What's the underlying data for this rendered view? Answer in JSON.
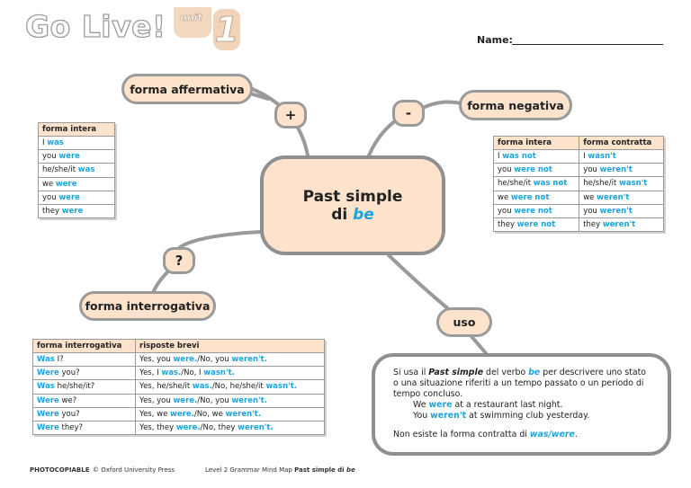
{
  "header": {
    "logo": "Go Live!",
    "unit_word": "unit",
    "unit_number": "1",
    "name_label": "Name:"
  },
  "center": {
    "line1": "Past simple",
    "line2_prefix": "di ",
    "line2_be": "be"
  },
  "branches": {
    "affermativa": "forma affermativa",
    "negativa": "forma negativa",
    "interrogativa": "forma interrogativa",
    "uso": "uso",
    "plus": "+",
    "minus": "-",
    "question": "?"
  },
  "aff_table": {
    "header": "forma intera",
    "rows": [
      {
        "subj": "I",
        "verb": "was"
      },
      {
        "subj": "you",
        "verb": "were"
      },
      {
        "subj": "he/she/it",
        "verb": "was"
      },
      {
        "subj": "we",
        "verb": "were"
      },
      {
        "subj": "you",
        "verb": "were"
      },
      {
        "subj": "they",
        "verb": "were"
      }
    ]
  },
  "neg_table": {
    "headers": [
      "forma intera",
      "forma contratta"
    ],
    "rows": [
      {
        "full_s": "I",
        "full_v": "was not",
        "short_s": "I",
        "short_v": "wasn't"
      },
      {
        "full_s": "you",
        "full_v": "were not",
        "short_s": "you",
        "short_v": "weren't"
      },
      {
        "full_s": "he/she/it",
        "full_v": "was not",
        "short_s": "he/she/it",
        "short_v": "wasn't"
      },
      {
        "full_s": "we",
        "full_v": "were not",
        "short_s": "we",
        "short_v": "weren't"
      },
      {
        "full_s": "you",
        "full_v": "were not",
        "short_s": "you",
        "short_v": "weren't"
      },
      {
        "full_s": "they",
        "full_v": "were not",
        "short_s": "they",
        "short_v": "weren't"
      }
    ]
  },
  "int_table": {
    "headers": [
      "forma interrogativa",
      "risposte brevi"
    ],
    "rows": [
      {
        "q_v": "Was",
        "q_rest": " I?",
        "a1": "Yes, you ",
        "a2": "were.",
        "a3": "/No, you ",
        "a4": "weren't."
      },
      {
        "q_v": "Were",
        "q_rest": " you?",
        "a1": "Yes, I ",
        "a2": "was.",
        "a3": "/No, I ",
        "a4": "wasn't."
      },
      {
        "q_v": "Was",
        "q_rest": " he/she/it?",
        "a1": "Yes, he/she/it ",
        "a2": "was.",
        "a3": "/No, he/she/it ",
        "a4": "wasn't."
      },
      {
        "q_v": "Were",
        "q_rest": " we?",
        "a1": "Yes, you ",
        "a2": "were.",
        "a3": "/No, you ",
        "a4": "weren't."
      },
      {
        "q_v": "Were",
        "q_rest": " you?",
        "a1": "Yes, we ",
        "a2": "were.",
        "a3": "/No, we ",
        "a4": "weren't."
      },
      {
        "q_v": "Were",
        "q_rest": " they?",
        "a1": "Yes, they ",
        "a2": "were.",
        "a3": "/No, they ",
        "a4": "weren't."
      }
    ]
  },
  "uso_text": {
    "p1_a": "Si usa il ",
    "p1_b": "Past simple",
    "p1_c": " del verbo ",
    "p1_d": "be",
    "p1_e": " per descrivere uno stato o una situazione riferiti a un tempo passato o un periodo di tempo concluso.",
    "ex1_a": "We ",
    "ex1_b": "were",
    "ex1_c": " at a restaurant last night.",
    "ex2_a": "You ",
    "ex2_b": "weren't",
    "ex2_c": " at swimming club yesterday.",
    "p2_a": "Non esiste la forma contratta di ",
    "p2_b": "was/were",
    "p2_c": "."
  },
  "footer": {
    "photocopiable": "PHOTOCOPIABLE",
    "copyright": "© Oxford University Press",
    "level": "Level 2  Grammar Mind Map ",
    "title_a": "Past simple di ",
    "title_b": "be"
  },
  "colors": {
    "accent": "#1aa3dd",
    "peach": "#fde3cc",
    "border": "#9a9a9a"
  }
}
